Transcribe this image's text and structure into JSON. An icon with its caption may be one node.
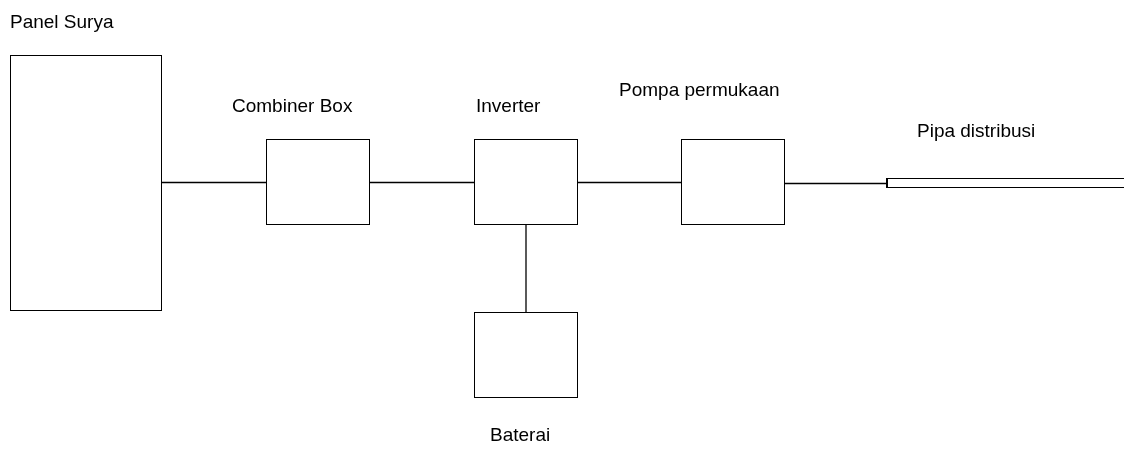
{
  "diagram": {
    "nodes": [
      {
        "text": [
          "Panel Surya"
        ]
      },
      {
        "text": [
          "Combiner Box"
        ]
      },
      {
        "text": [
          "Inverter"
        ]
      },
      {
        "text": [
          "Pompa permukaan"
        ]
      },
      {
        "text": [
          "Pipa distribusi"
        ]
      },
      {
        "text": [
          "Baterai"
        ]
      }
    ],
    "edges": [
      {
        "from": 0,
        "to": 1,
        "arrow": "none"
      },
      {
        "from": 1,
        "to": 2,
        "arrow": "none"
      },
      {
        "from": 2,
        "to": 3,
        "arrow": "none"
      },
      {
        "from": 3,
        "to": 4,
        "arrow": "none"
      },
      {
        "from": 2,
        "to": 5,
        "arrow": "none"
      }
    ]
  }
}
